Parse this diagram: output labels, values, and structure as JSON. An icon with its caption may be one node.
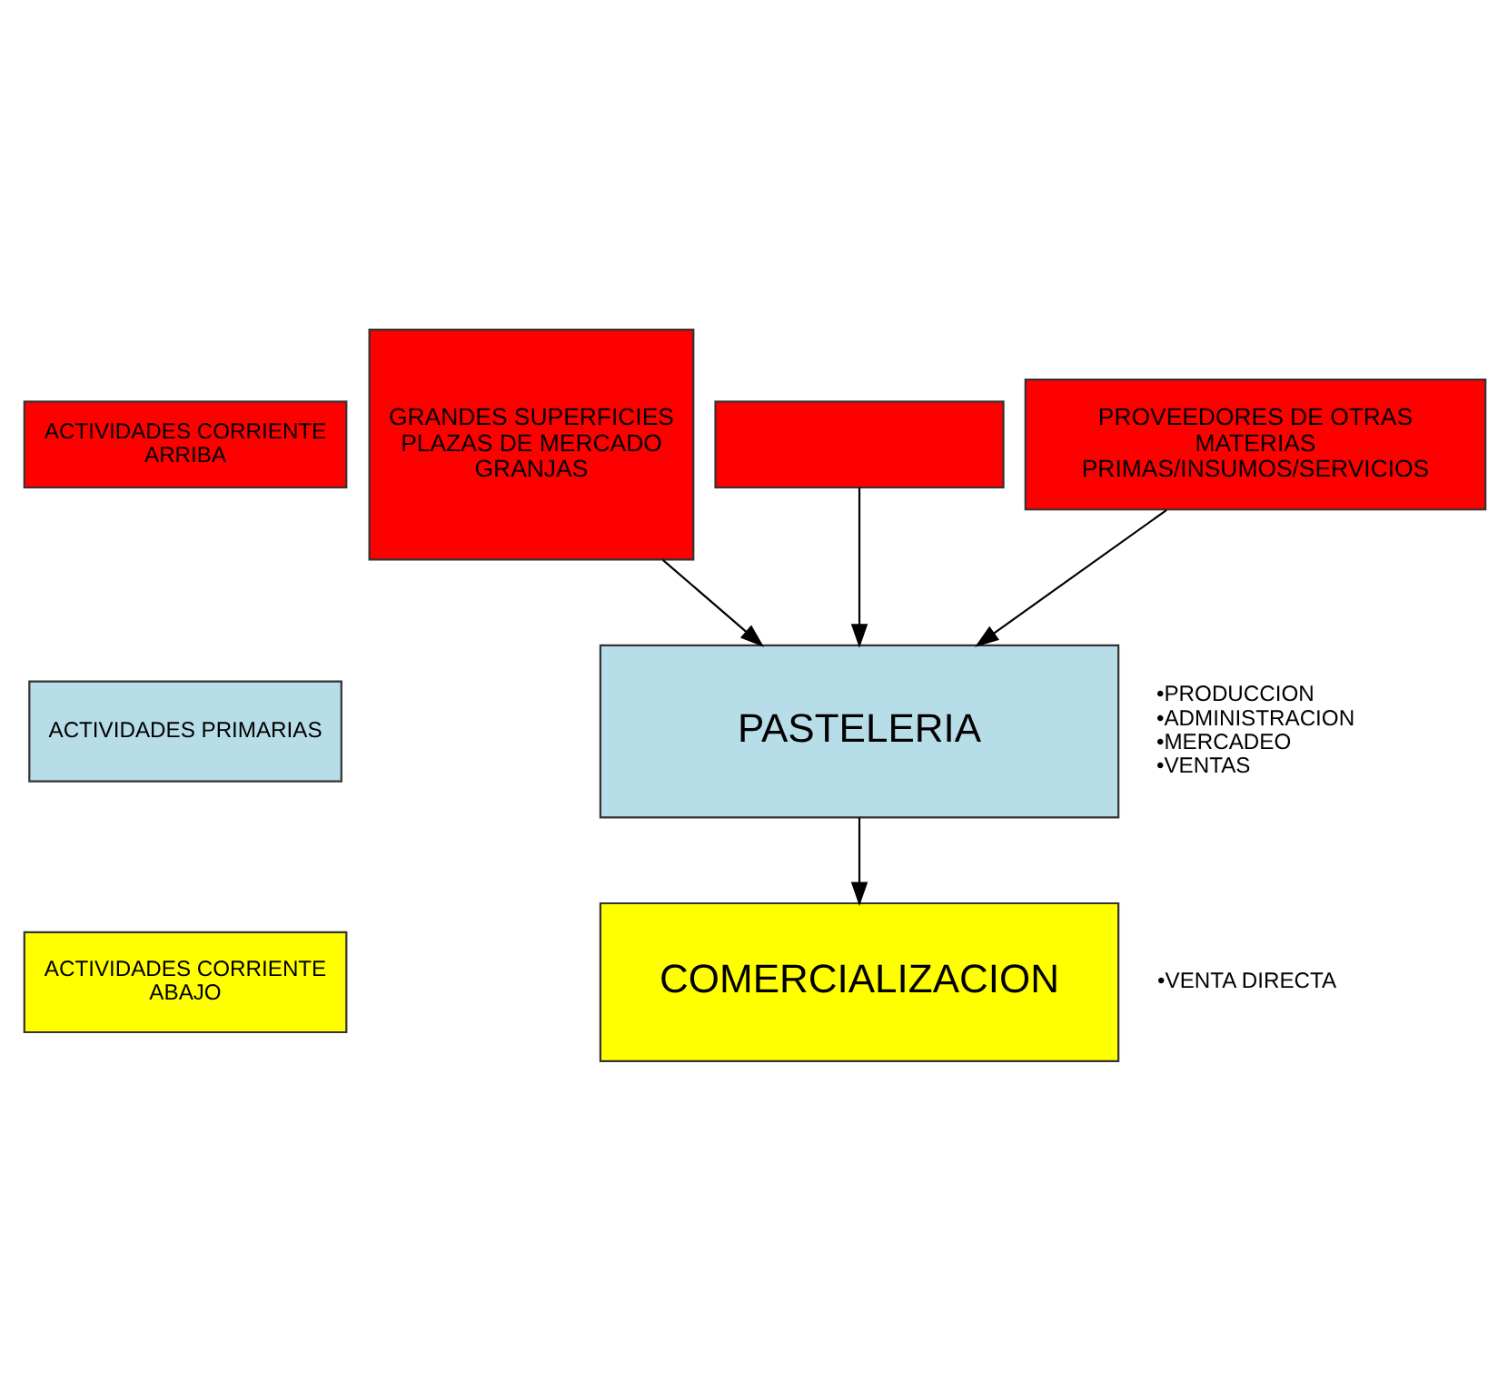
{
  "diagram": {
    "nodes": [
      {
        "text": [
          "ACTIVIDADES CORRIENTE ARRIBA"
        ]
      },
      {
        "text": [
          "GRANDES SUPERFICIES PLAZAS DE MERCADO GRANJAS"
        ]
      },
      {
        "text": [],
        "shape": "box"
      },
      {
        "text": [
          "PROVEEDORES DE OTRAS MATERIAS PRIMAS/INSUMOS/SERVICIOS"
        ]
      },
      {
        "text": [
          "ACTIVIDADES PRIMARIAS"
        ]
      },
      {
        "text": [
          "PASTELERIA"
        ],
        "beside": [
          "•PRODUCCION",
          "•ADMINISTRACION",
          "•MERCADEO",
          "•VENTAS"
        ]
      },
      {
        "text": [
          "ACTIVIDADES CORRIENTE ABAJO"
        ]
      },
      {
        "text": [
          "COMERCIALIZACION"
        ],
        "beside": [
          "•VENTA DIRECTA"
        ]
      }
    ],
    "edges": [
      {
        "from": 1,
        "to": 5,
        "arrow": "to"
      },
      {
        "from": 2,
        "to": 5,
        "arrow": "to"
      },
      {
        "from": 3,
        "to": 5,
        "arrow": "to"
      },
      {
        "from": 5,
        "to": 7,
        "arrow": "to"
      }
    ]
  }
}
